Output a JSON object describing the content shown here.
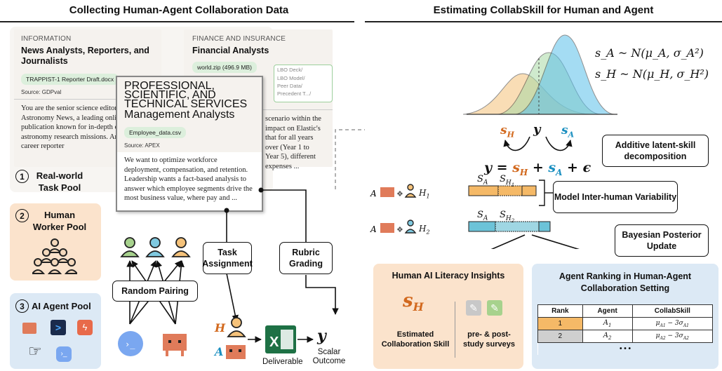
{
  "left_title": "Collecting Human-Agent Collaboration Data",
  "right_title": "Estimating CollabSkill for Human and Agent",
  "card1": {
    "category": "INFORMATION",
    "role": "News Analysts, Reporters, and Journalists",
    "file": "TRAPPIST-1 Reporter Draft.docx",
    "source": "Source: GDPval",
    "text": "You are the senior science editor at Astronomy News, a leading online publication known for in-depth coverage of astronomy research missions. An early-career reporter"
  },
  "card2": {
    "category": "FINANCE AND INSURANCE",
    "role": "Financial Analysts",
    "file": "world.zip (496.9 MB)",
    "folders": [
      "LBO Deck/",
      "LBO Model/",
      "Peer Data/",
      "Precedent T.../"
    ],
    "text": "scenario within the impact on Elastic's that for all years over (Year 1 to Year 5), different expenses ..."
  },
  "card3": {
    "category": "PROFESSIONAL, SCIENTIFIC, AND TECHNICAL SERVICES",
    "role": "Management Analysts",
    "file": "Employee_data.csv",
    "source": "Source: APEX",
    "text": "We want to optimize workforce deployment, compensation, and retention. Leadership wants a fact-based analysis to answer which employee segments drive the most business value, where pay and ..."
  },
  "pools": {
    "task_pool_num": "1",
    "task_pool": "Real-world Task Pool",
    "human_pool_num": "2",
    "human_pool": "Human Worker Pool",
    "agent_pool_num": "3",
    "agent_pool": "AI Agent Pool"
  },
  "labels": {
    "random_pairing": "Random Pairing",
    "task_assignment": "Task Assignment",
    "rubric_grading": "Rubric Grading",
    "deliverable": "Deliverable",
    "scalar_outcome": "Scalar Outcome",
    "human_letter": "H",
    "agent_letter": "A",
    "y": "y"
  },
  "right": {
    "dist1": "s_A ~ N(μ_A, σ_A²)",
    "dist2": "s_H ~ N(μ_H, σ_H²)",
    "additive": "Additive latent-skill decomposition",
    "inter_human": "Model Inter-human Variability",
    "bayes": "Bayesian Posterior Update",
    "equation": "y = s_H + s_A + ϵ",
    "bar1_sa": "S_A",
    "bar1_sh": "S_H1",
    "bar2_sa": "S_A",
    "bar2_sh": "S_H2",
    "h1": "H_1",
    "h2": "H_2"
  },
  "insights": {
    "title": "Human AI Literacy Insights",
    "skill_symbol": "s_H",
    "skill_label": "Estimated Collaboration Skill",
    "survey_label": "pre- & post-study surveys"
  },
  "ranking": {
    "title": "Agent Ranking in Human-Agent Collaboration Setting",
    "headers": [
      "Rank",
      "Agent",
      "CollabSkill"
    ],
    "rows": [
      {
        "rank": "1",
        "agent": "A_1",
        "skill": "μ_A1 − 3σ_A1"
      },
      {
        "rank": "2",
        "agent": "A_2",
        "skill": "μ_A2 − 3σ_A2"
      }
    ],
    "more": "• • •"
  },
  "colors": {
    "human": "#d2691e",
    "agent": "#1a8fc0",
    "task_bg": "#f5f2ee",
    "human_bg": "#fbe3cc",
    "agent_bg": "#dce9f5",
    "dist_a": "#5bc0eb",
    "dist_h": "#f5c27a",
    "dist_mid": "#a9d9a6"
  }
}
